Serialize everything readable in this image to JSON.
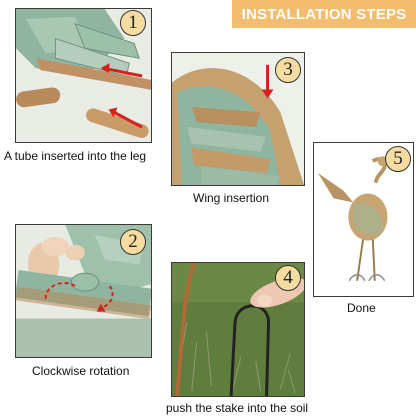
{
  "banner": {
    "title": "INSTALLATION STEPS"
  },
  "steps": [
    {
      "number": "1",
      "caption": "A tube inserted into the leg"
    },
    {
      "number": "2",
      "caption": "Clockwise rotation"
    },
    {
      "number": "3",
      "caption": "Wing insertion"
    },
    {
      "number": "4",
      "caption": "push the stake into the soil"
    },
    {
      "number": "5",
      "caption": "Done"
    }
  ],
  "colors": {
    "banner_bg": "#f3bd6e",
    "badge_bg": "#f6dca0",
    "verdigris": "#8fb5a0",
    "bronze": "#b8895a",
    "arrow_red": "#d8201c",
    "grass": "#5f7d3c"
  }
}
